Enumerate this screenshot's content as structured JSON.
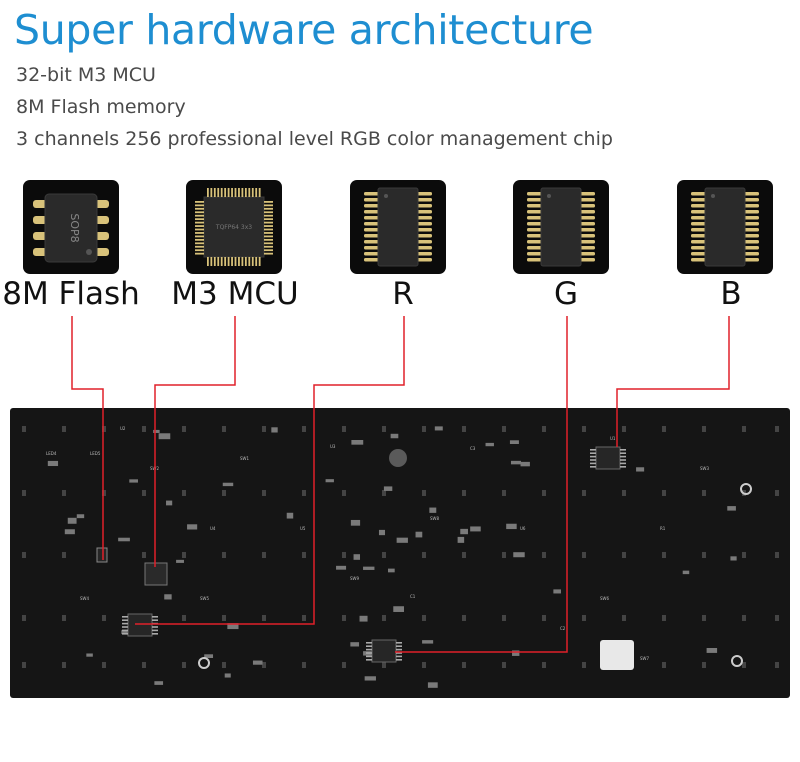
{
  "title": "Super hardware architecture",
  "specs": [
    "32-bit M3 MCU",
    "8M Flash memory",
    "3 channels 256 professional level RGB color management chip"
  ],
  "chips": [
    {
      "label": "8M Flash",
      "package_text": "SOP8",
      "icon": "sop8-chip-icon"
    },
    {
      "label": "M3 MCU",
      "package_text": "TQFP64 3x3",
      "icon": "tqfp-chip-icon"
    },
    {
      "label": "R",
      "icon": "rgb-driver-chip-icon"
    },
    {
      "label": "G",
      "icon": "rgb-driver-chip-icon"
    },
    {
      "label": "B",
      "icon": "rgb-driver-chip-icon"
    }
  ],
  "colors": {
    "title": "#1e8ed1",
    "connector_line": "#e0202a",
    "pcb": "#151515",
    "chip_tile": "#0b0b0b",
    "pin": "#d8c27a"
  },
  "pcb": {
    "component_labels": [
      "LED4",
      "LED5",
      "U1",
      "U2",
      "U3",
      "U4",
      "U5",
      "U6",
      "R1",
      "C1",
      "C2",
      "C3",
      "SW1",
      "SW2",
      "SW3",
      "SW4",
      "SW5",
      "SW6",
      "SW7",
      "SW8",
      "SW9"
    ]
  }
}
